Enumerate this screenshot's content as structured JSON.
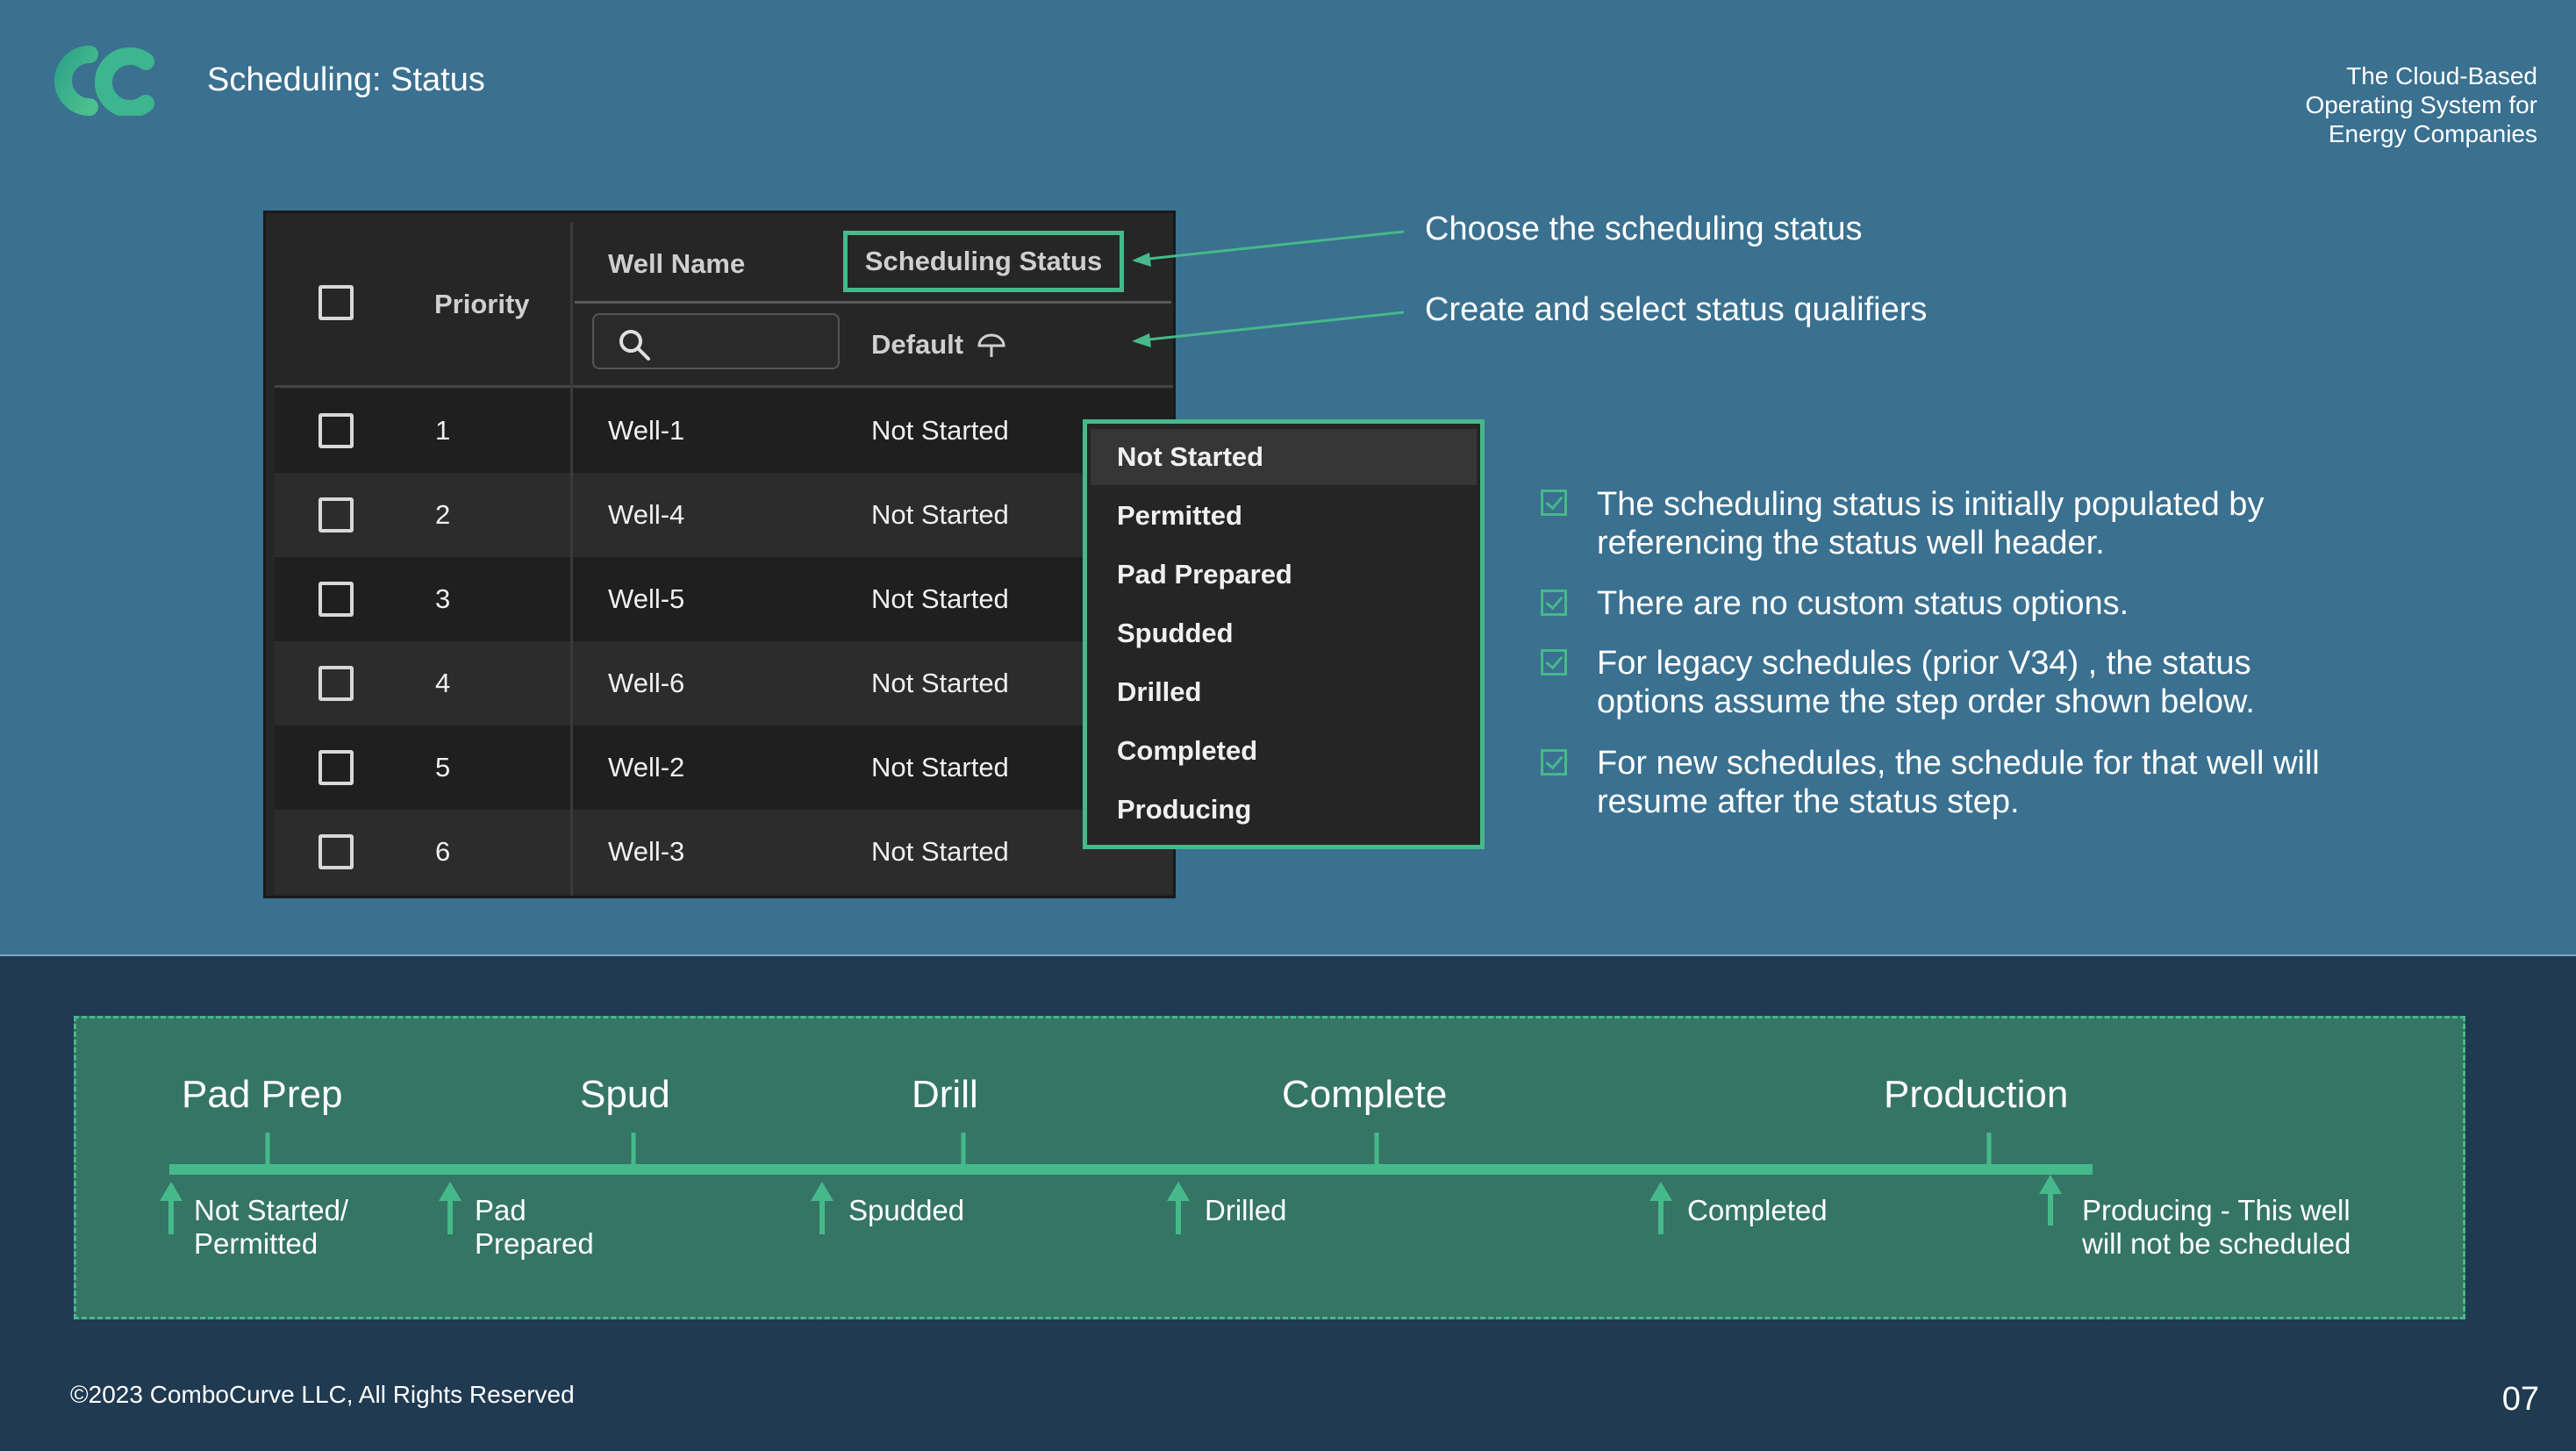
{
  "header": {
    "title": "Scheduling: Status",
    "tagline": [
      "The Cloud-Based",
      "Operating System for",
      "Energy Companies"
    ]
  },
  "table": {
    "headers": {
      "priority": "Priority",
      "well_name": "Well Name",
      "scheduling_status": "Scheduling Status",
      "qualifier": "Default"
    },
    "rows": [
      {
        "priority": "1",
        "well": "Well-1",
        "status": "Not Started"
      },
      {
        "priority": "2",
        "well": "Well-4",
        "status": "Not Started"
      },
      {
        "priority": "3",
        "well": "Well-5",
        "status": "Not Started"
      },
      {
        "priority": "4",
        "well": "Well-6",
        "status": "Not Started"
      },
      {
        "priority": "5",
        "well": "Well-2",
        "status": "Not Started"
      },
      {
        "priority": "6",
        "well": "Well-3",
        "status": "Not Started"
      }
    ]
  },
  "dropdown": {
    "items": [
      "Not Started",
      "Permitted",
      "Pad Prepared",
      "Spudded",
      "Drilled",
      "Completed",
      "Producing"
    ],
    "selected": "Not Started"
  },
  "callouts": [
    "Choose the scheduling status",
    "Create and select status qualifiers"
  ],
  "bullets": [
    [
      "The scheduling status is initially populated by",
      "referencing the status well header."
    ],
    [
      "There are no custom status options."
    ],
    [
      "For legacy schedules (prior V34) , the status",
      "options assume the step order shown below."
    ],
    [
      "For new schedules, the schedule for that well will",
      "resume after the status step."
    ]
  ],
  "timeline": {
    "stages": [
      "Pad Prep",
      "Spud",
      "Drill",
      "Complete",
      "Production"
    ],
    "markers": [
      [
        "Not Started/",
        "Permitted"
      ],
      [
        "Pad",
        "Prepared"
      ],
      [
        "Spudded"
      ],
      [
        "Drilled"
      ],
      [
        "Completed"
      ],
      [
        "Producing - This well",
        "will not be scheduled"
      ]
    ]
  },
  "footer": {
    "copyright": "©2023 ComboCurve LLC, All Rights Reserved",
    "page_number": "07"
  },
  "colors": {
    "accent": "#46b98a",
    "top_bg": "#3a7090",
    "bottom_bg": "#1f3a51",
    "panel_bg": "#357565"
  }
}
